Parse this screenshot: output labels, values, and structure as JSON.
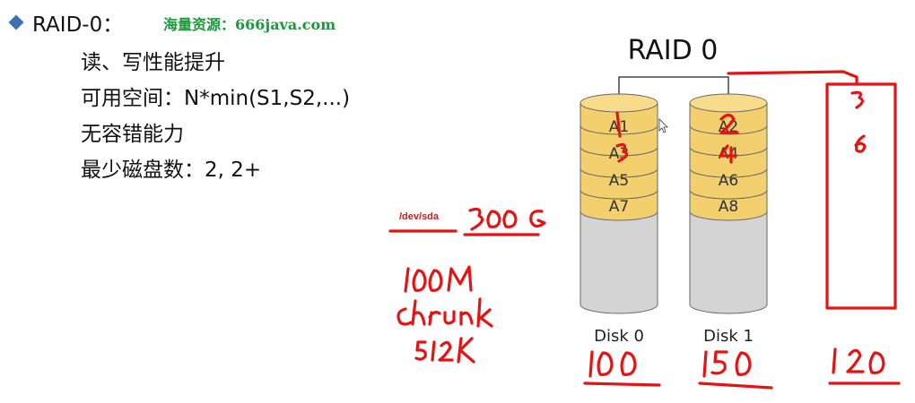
{
  "heading": "RAID-0：",
  "watermark": "海量资源：666java.com",
  "bullets": [
    "读、写性能提升",
    "可用空间：N*min(S1,S2,...)",
    "无容错能力",
    "最少磁盘数：2, 2+"
  ],
  "diagram": {
    "title": "RAID 0",
    "disk0": {
      "label": "Disk 0",
      "blocks": [
        "A1",
        "A3",
        "A5",
        "A7"
      ]
    },
    "disk1": {
      "label": "Disk 1",
      "blocks": [
        "A2",
        "A4",
        "A6",
        "A8"
      ]
    }
  },
  "annotations": {
    "dev_label": "/dev/sda",
    "handwritten": [
      "300G",
      "100M",
      "chrunk",
      "512K",
      "100",
      "150",
      "120",
      "1",
      "3",
      "2",
      "4",
      "3",
      "6"
    ]
  },
  "colors": {
    "block_fill": "#f3cf6e",
    "disk_body": "#d4d4d4",
    "annotation_red": "#e51414",
    "bullet_blue": "#3f6fb6",
    "watermark_green": "#1a9a3a"
  }
}
